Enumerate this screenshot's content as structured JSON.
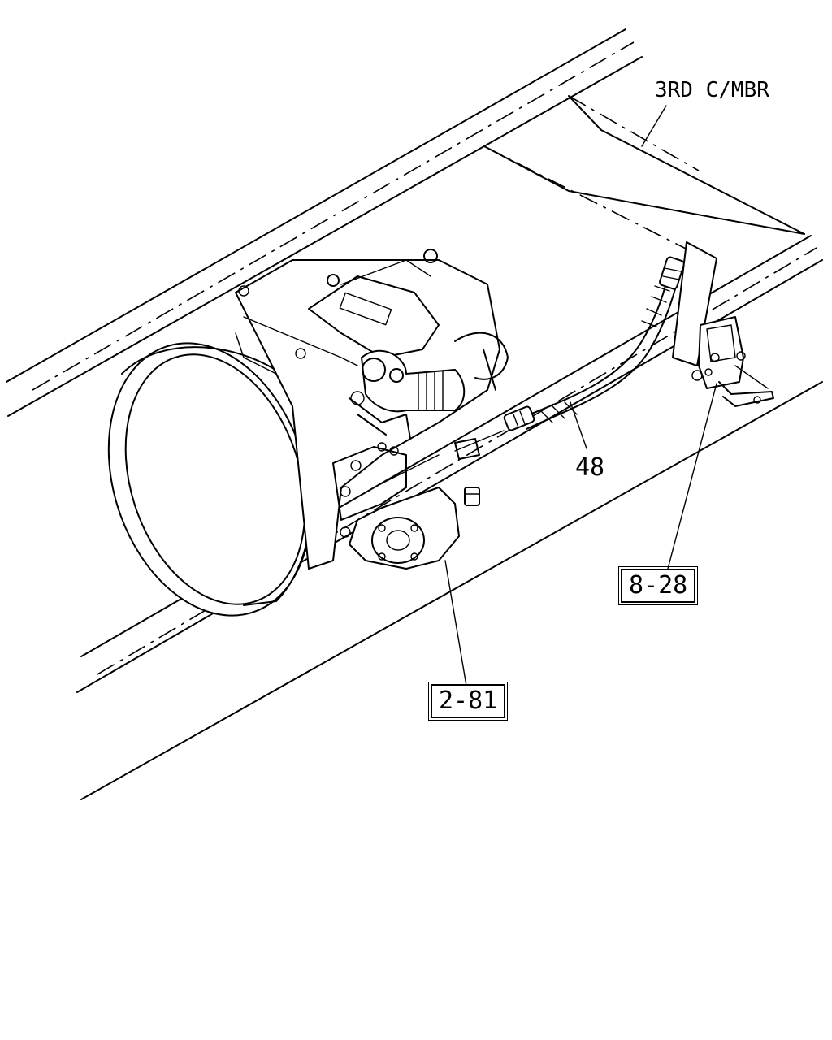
{
  "labels": {
    "member": "3RD C/MBR",
    "hose": "48",
    "ref_a": "8-28",
    "ref_b": "2-81"
  },
  "icons": {
    "transmission": "transmission-drawing",
    "hose": "hose-drawing",
    "bracket": "bracket-drawing",
    "pump": "pump-drawing"
  },
  "colors": {
    "line": "#000000",
    "background": "#ffffff"
  }
}
